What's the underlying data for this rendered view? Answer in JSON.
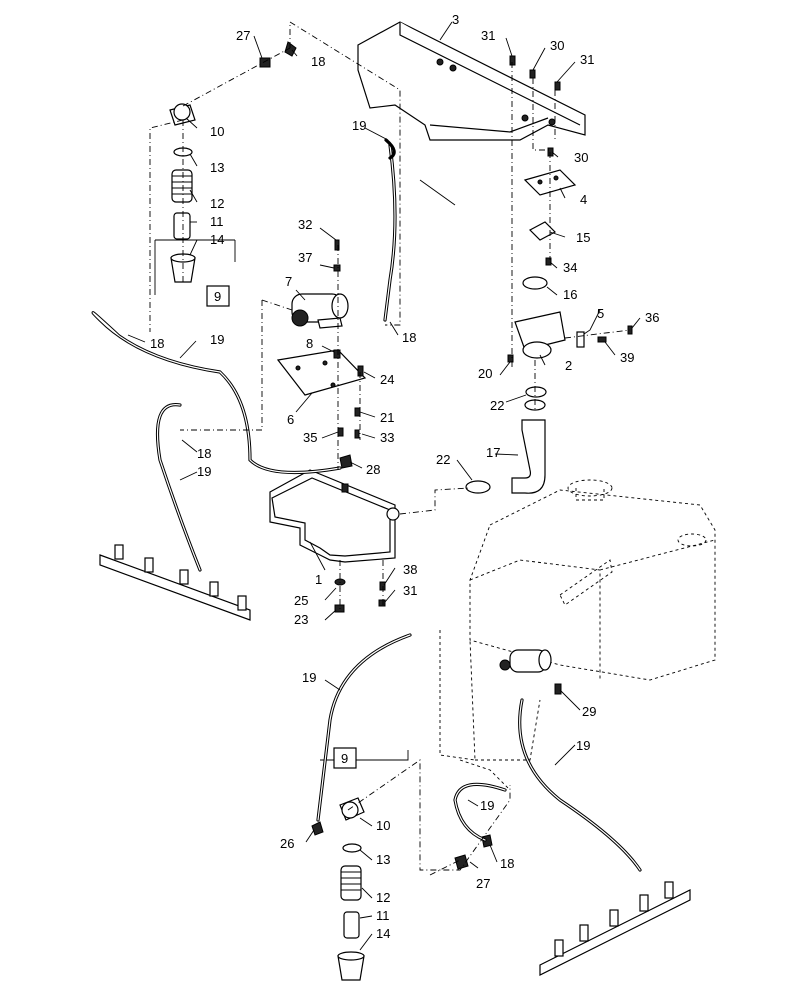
{
  "callouts": [
    {
      "id": "c1",
      "text": "1"
    },
    {
      "id": "c2",
      "text": "2"
    },
    {
      "id": "c3",
      "text": "3"
    },
    {
      "id": "c4",
      "text": "4"
    },
    {
      "id": "c5",
      "text": "5"
    },
    {
      "id": "c6",
      "text": "6"
    },
    {
      "id": "c7",
      "text": "7"
    },
    {
      "id": "c8",
      "text": "8"
    },
    {
      "id": "c9a",
      "text": "9"
    },
    {
      "id": "c9b",
      "text": "9"
    },
    {
      "id": "c10a",
      "text": "10"
    },
    {
      "id": "c10b",
      "text": "10"
    },
    {
      "id": "c11a",
      "text": "11"
    },
    {
      "id": "c11b",
      "text": "11"
    },
    {
      "id": "c12a",
      "text": "12"
    },
    {
      "id": "c12b",
      "text": "12"
    },
    {
      "id": "c13a",
      "text": "13"
    },
    {
      "id": "c13b",
      "text": "13"
    },
    {
      "id": "c14a",
      "text": "14"
    },
    {
      "id": "c14b",
      "text": "14"
    },
    {
      "id": "c15",
      "text": "15"
    },
    {
      "id": "c16",
      "text": "16"
    },
    {
      "id": "c17",
      "text": "17"
    },
    {
      "id": "c18a",
      "text": "18"
    },
    {
      "id": "c18b",
      "text": "18"
    },
    {
      "id": "c18c",
      "text": "18"
    },
    {
      "id": "c18d",
      "text": "18"
    },
    {
      "id": "c18e",
      "text": "18"
    },
    {
      "id": "c19a",
      "text": "19"
    },
    {
      "id": "c19b",
      "text": "19"
    },
    {
      "id": "c19c",
      "text": "19"
    },
    {
      "id": "c19d",
      "text": "19"
    },
    {
      "id": "c19e",
      "text": "19"
    },
    {
      "id": "c19f",
      "text": "19"
    },
    {
      "id": "c20",
      "text": "20"
    },
    {
      "id": "c21",
      "text": "21"
    },
    {
      "id": "c22a",
      "text": "22"
    },
    {
      "id": "c22b",
      "text": "22"
    },
    {
      "id": "c23",
      "text": "23"
    },
    {
      "id": "c24",
      "text": "24"
    },
    {
      "id": "c25",
      "text": "25"
    },
    {
      "id": "c26",
      "text": "26"
    },
    {
      "id": "c27a",
      "text": "27"
    },
    {
      "id": "c27b",
      "text": "27"
    },
    {
      "id": "c28",
      "text": "28"
    },
    {
      "id": "c29",
      "text": "29"
    },
    {
      "id": "c30a",
      "text": "30"
    },
    {
      "id": "c30b",
      "text": "30"
    },
    {
      "id": "c31a",
      "text": "31"
    },
    {
      "id": "c31b",
      "text": "31"
    },
    {
      "id": "c31c",
      "text": "31"
    },
    {
      "id": "c32",
      "text": "32"
    },
    {
      "id": "c33",
      "text": "33"
    },
    {
      "id": "c34",
      "text": "34"
    },
    {
      "id": "c35",
      "text": "35"
    },
    {
      "id": "c36",
      "text": "36"
    },
    {
      "id": "c37",
      "text": "37"
    },
    {
      "id": "c38",
      "text": "38"
    },
    {
      "id": "c39",
      "text": "39"
    }
  ]
}
